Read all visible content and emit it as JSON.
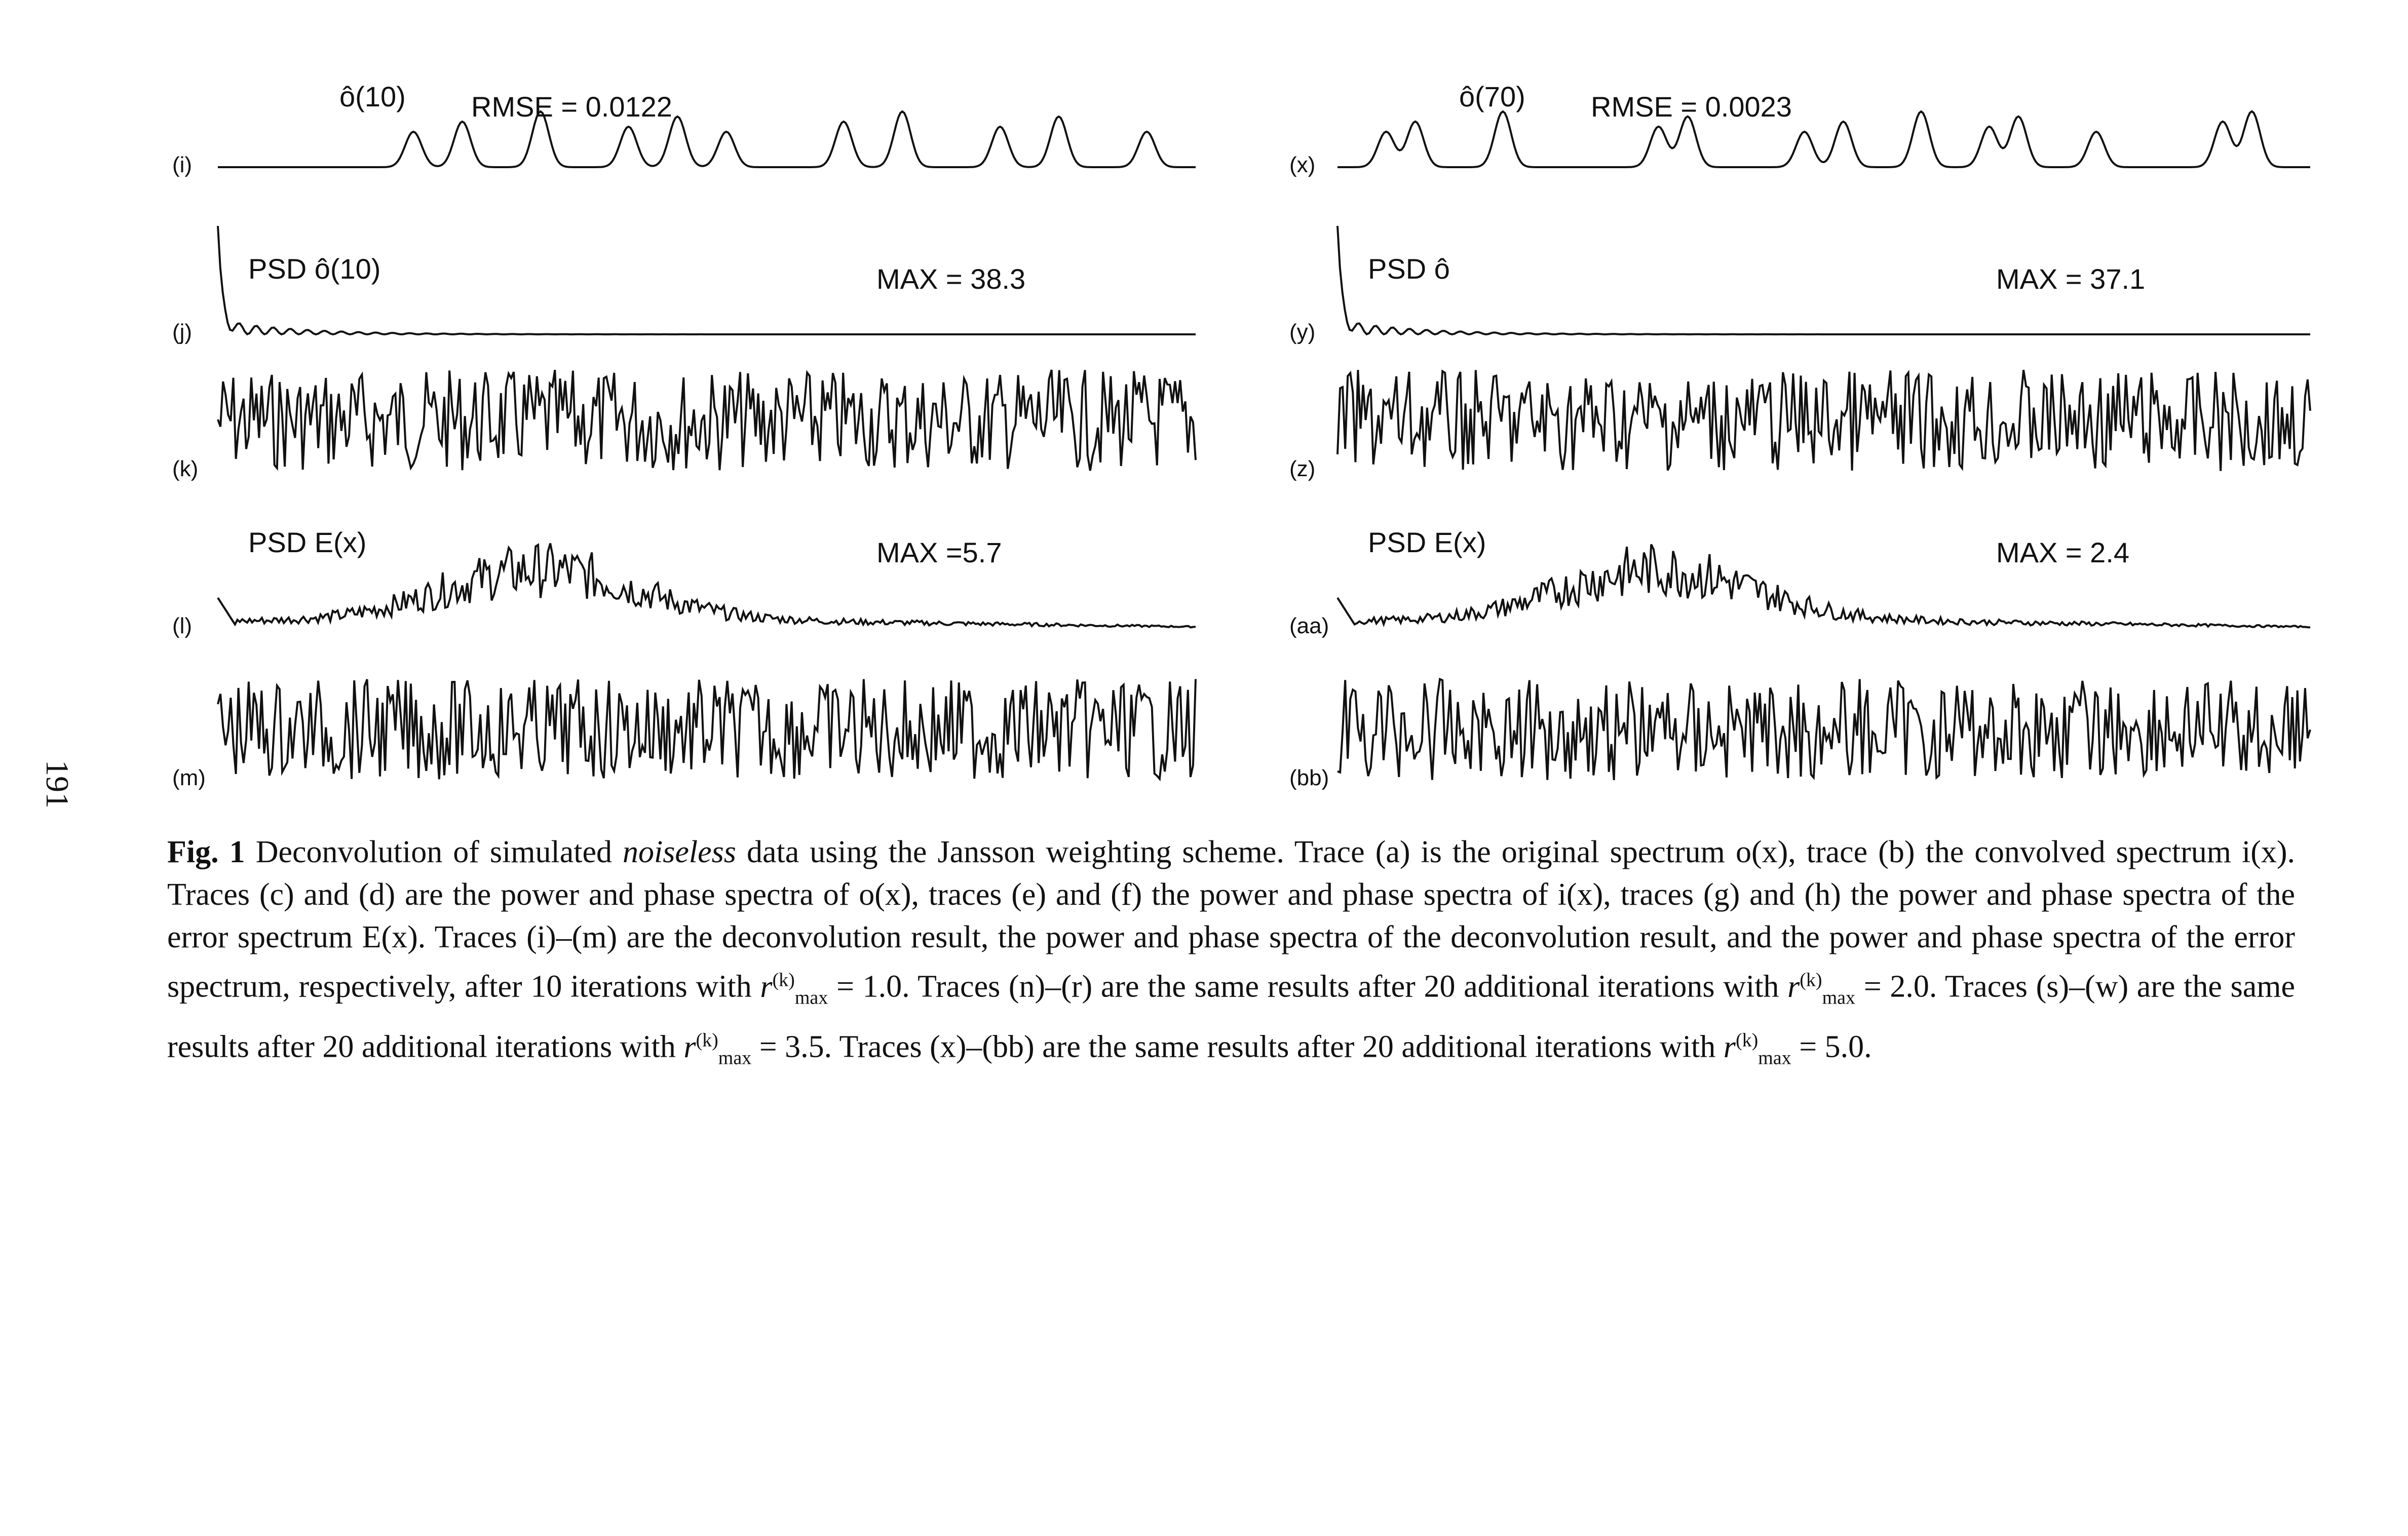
{
  "page_number": "191",
  "panels": [
    {
      "id": "left",
      "traces": [
        {
          "label": "(i)",
          "kind": "spectrum",
          "annotations": [
            "ô(10)",
            "RMSE = 0.0122"
          ],
          "peaks": [
            0.2,
            0.25,
            0.33,
            0.42,
            0.47,
            0.52,
            0.64,
            0.7,
            0.8,
            0.86,
            0.95
          ],
          "color": "#111111"
        },
        {
          "label": "(j)",
          "kind": "psd",
          "annotations": [
            "PSD ô(10)",
            "MAX = 38.3"
          ],
          "color": "#111111"
        },
        {
          "label": "(k)",
          "kind": "noise",
          "annotations": [],
          "color": "#111111"
        },
        {
          "label": "(l)",
          "kind": "psd_bump",
          "annotations": [
            "PSD E(x)",
            "MAX =5.7"
          ],
          "color": "#111111"
        },
        {
          "label": "(m)",
          "kind": "noise",
          "annotations": [],
          "color": "#111111"
        }
      ]
    },
    {
      "id": "right",
      "traces": [
        {
          "label": "(x)",
          "kind": "spectrum",
          "annotations": [
            "ô(70)",
            "RMSE = 0.0023"
          ],
          "peaks": [
            0.05,
            0.08,
            0.17,
            0.33,
            0.36,
            0.48,
            0.52,
            0.6,
            0.67,
            0.7,
            0.78,
            0.91,
            0.94
          ],
          "color": "#111111"
        },
        {
          "label": "(y)",
          "kind": "psd",
          "annotations": [
            "PSD ô",
            "MAX = 37.1"
          ],
          "color": "#111111"
        },
        {
          "label": "(z)",
          "kind": "noise",
          "annotations": [],
          "color": "#111111"
        },
        {
          "label": "(aa)",
          "kind": "psd_bump",
          "annotations": [
            "PSD E(x)",
            "MAX = 2.4"
          ],
          "color": "#111111"
        },
        {
          "label": "(bb)",
          "kind": "noise",
          "annotations": [],
          "color": "#111111"
        }
      ]
    }
  ],
  "caption": {
    "fig_label": "Fig. 1",
    "text_1": "Deconvolution of simulated",
    "text_1_italic": "noiseless",
    "text_2": "data using the Jansson weighting scheme. Trace (a) is the original spectrum o(x), trace (b) the convolved spectrum i(x). Traces (c) and (d) are the power and phase spectra of o(x), traces (e) and (f) the power and phase spectra of i(x), traces (g) and (h) the power and phase spectra of the error spectrum E(x). Traces (i)–(m) are the deconvolution result, the power and phase spectra of the deconvolution result, and the power and phase spectra of the error spectrum, respectively, after 10 iterations with",
    "rmax_1": "= 1.0. Traces (n)–(r) are the same results after 20 additional iterations with",
    "rmax_2": "= 2.0. Traces (s)–(w) are the same results after 20 additional iterations with",
    "rmax_3": "= 3.5. Traces (x)–(bb) are the same results after 20 additional iterations with",
    "rmax_4": "= 5.0.",
    "r_symbol": "r",
    "r_sup": "(k)",
    "r_sub": "max"
  }
}
